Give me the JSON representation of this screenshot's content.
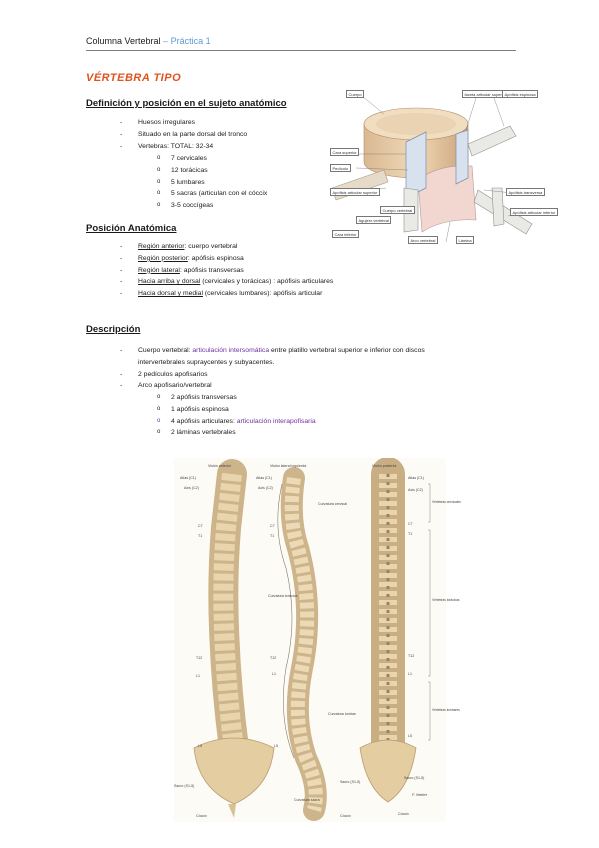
{
  "header": {
    "title": "Columna Vertebral",
    "separator": " – ",
    "subtitle": "Práctica 1"
  },
  "title": "VÉRTEBRA TIPO",
  "section1": {
    "heading": "Definición y posición en el sujeto anatómico",
    "items": [
      "Huesos irregulares",
      "Situado en la parte dorsal del tronco",
      "Vertebras: TOTAL: 32-34"
    ],
    "subitems": [
      "7 cervicales",
      "12 torácicas",
      "5 lumbares",
      "5 sacras (articulan con el cóccix",
      "3-5 coccígeas"
    ]
  },
  "section2": {
    "heading": "Posición Anatómica",
    "items": [
      {
        "term": "Región anterior",
        "desc": ": cuerpo vertebral"
      },
      {
        "term": "Región posterior",
        "desc": ": apófisis espinosa"
      },
      {
        "term": "Región lateral",
        "desc": ": apófisis transversas"
      },
      {
        "term": "Hacia arriba y dorsal",
        "desc": " (cervicales y torácicas) : apófisis articulares"
      },
      {
        "term": "Hacia dorsal y medial",
        "desc": " (cervicales lumbares): apófisis articular"
      }
    ]
  },
  "section3": {
    "heading": "Descripción",
    "item1_prefix": "Cuerpo vertebral: ",
    "item1_link": "articulación intersomática",
    "item1_suffix": " entre platillo vertebral superior e inferior con discos",
    "item1_line2": "intervertebrales supraycentes y subyacentes.",
    "item2": "2 pedículos apofisarios",
    "item3": "Arco apofisario/vertebral",
    "sub1": "2 apófisis transversas",
    "sub2": "1 apófisis espinosa",
    "sub3_prefix": "4 apófisis articulares: ",
    "sub3_link": "articulación interapofisaria",
    "sub4": "2 láminas vertebrales"
  },
  "vertebra_labels": {
    "cuerpo": "Cuerpo",
    "faceta": "faceta articular superior",
    "apofisis_espinosa": "Apófisis espinosa",
    "cara_superior": "Cara superior",
    "pediculo": "Pedículo",
    "apofisis_articular_superior": "Apófisis articular superior",
    "agujero_vertebral": "Agujero vertebral",
    "apofisis_transversa": "Apófisis transversa",
    "lamina": "Lámina",
    "arco_vertebral": "Arco vertebral",
    "cuerpo_vertebral": "Cuerpo vertebral",
    "cara_inferior": "Cara inferior",
    "apofisis_articular_inferior": "Apófisis articular inferior"
  },
  "spine_figure": {
    "view_anterior": "Visión anterior",
    "view_lateral": "Visión lateral izquierda",
    "view_posterior": "Visión posterior",
    "atlas": "Atlas (C1)",
    "axis": "Axis (C2)",
    "c7": "C7",
    "t1": "T1",
    "t12": "T12",
    "l1": "L1",
    "l5": "L5",
    "sacro": "Sacro (S1-5)",
    "coccix": "Cóccix",
    "curv_cervical": "Curvatura cervical",
    "curv_toracica": "Curvatura torácica",
    "curv_lumbar": "Curvatura lumbar",
    "curv_sacra": "Curvatura sacra",
    "vert_cervicales": "Vértebras cervicales",
    "vert_toracicas": "Vértebras torácicas",
    "vert_lumbares": "Vértebras lumbares",
    "signature": "F. Netter"
  }
}
